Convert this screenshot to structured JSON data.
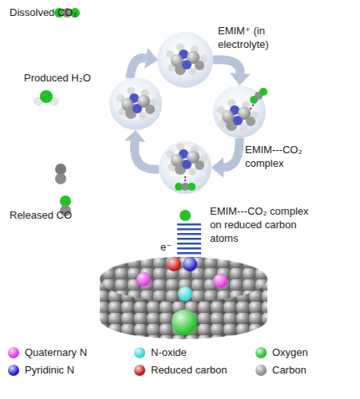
{
  "diagram": {
    "nodes": [
      {
        "text": [
          "EMIM⁺ (in electrolyte)"
        ]
      },
      {
        "text": [
          "EMIM---CO₂ complex"
        ]
      },
      {
        "text": [
          "EMIM---CO₂ complex on reduced carbon atoms"
        ]
      }
    ],
    "edges": [
      {
        "from": 0,
        "to": 1,
        "arrow": "to"
      },
      {
        "from": 1,
        "to": 2,
        "arrow": "to"
      }
    ],
    "labels": [
      "Dissolved CO₂",
      "Produced H₂O",
      "Released CO",
      "e⁻"
    ],
    "legend": [
      {
        "text": "Quaternary N",
        "color": "#e033e0"
      },
      {
        "text": "N-oxide",
        "color": "#33d6d6"
      },
      {
        "text": "Oxygen",
        "color": "#22c322"
      },
      {
        "text": "Pyridinic N",
        "color": "#1a1acc"
      },
      {
        "text": "Reduced carbon",
        "color": "#cc1111"
      },
      {
        "text": "Carbon",
        "color": "#8c8c8c"
      }
    ]
  }
}
